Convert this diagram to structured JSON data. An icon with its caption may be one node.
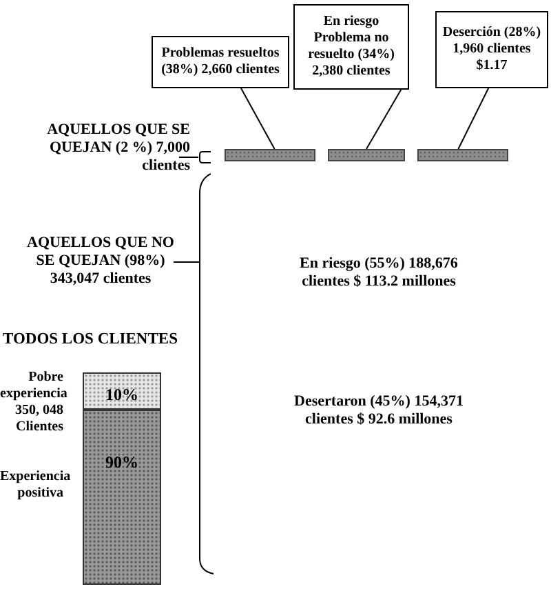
{
  "diagram": {
    "nodes": [
      {
        "text": [
          "Problemas resueltos (38%) 2,660 clientes"
        ]
      },
      {
        "text": [
          "En riesgo Problema no resuelto (34%) 2,380 clientes"
        ]
      },
      {
        "text": [
          "Deserción (28%) 1,960 clientes $1.17"
        ]
      },
      {
        "text": [],
        "shape": "bar"
      },
      {
        "text": [],
        "shape": "bar"
      },
      {
        "text": [],
        "shape": "bar"
      },
      {
        "text": [
          "10%"
        ],
        "beside": [
          "Pobre experiencia 350, 048 Clientes"
        ]
      },
      {
        "text": [
          "90%"
        ],
        "beside": [
          "Experiencia positiva"
        ]
      }
    ],
    "edges": [
      {
        "from": 0,
        "to": 3,
        "arrow": "none"
      },
      {
        "from": 1,
        "to": 4,
        "arrow": "none"
      },
      {
        "from": 2,
        "to": 5,
        "arrow": "none"
      }
    ],
    "labels": [
      "AQUELLOS QUE SE QUEJAN (2 %) 7,000 clientes",
      "AQUELLOS QUE NO SE QUEJAN (98%) 343,047 clientes",
      "En riesgo (55%) 188,676 clientes $ 113.2 millones",
      "TODOS LOS CLIENTES",
      "Desertaron (45%) 154,371 clientes $ 92.6 millones"
    ]
  }
}
